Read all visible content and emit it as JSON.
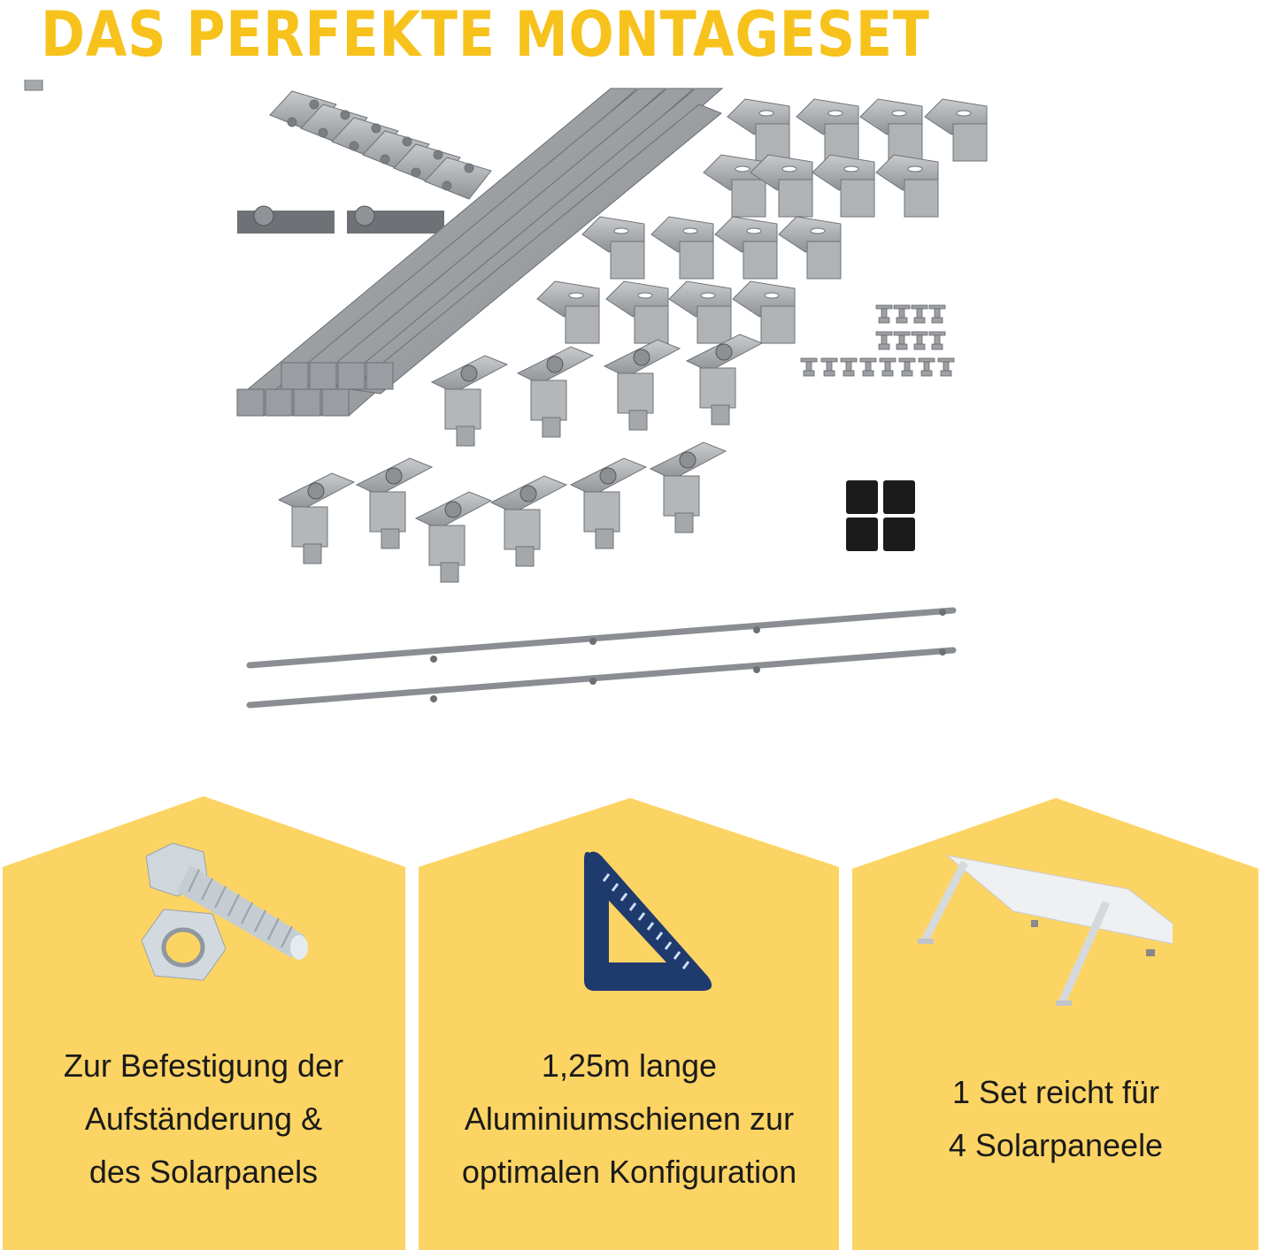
{
  "header": {
    "title": "DAS PERFEKTE MONTAGESET"
  },
  "colors": {
    "title": "#f7c21b",
    "panel_bg": "#fcd464",
    "text": "#1a1a1a",
    "ruler": "#1f3a6d",
    "metal": "#a9adb0"
  },
  "product_image": {
    "alt": "Montageset components: rail connectors, rail joiners, aluminium rails, roof hooks, end clamps, middle clamps, T-bolts, end caps, mounting struts",
    "components": [
      "rail-connectors",
      "rail-joiners",
      "aluminium-rails",
      "roof-hooks",
      "end-clamps",
      "middle-clamps",
      "t-bolts",
      "end-caps",
      "support-struts"
    ]
  },
  "features": [
    {
      "icon": "bolt-and-nut-icon",
      "lines": [
        "Zur Befestigung der",
        "Aufständerung &",
        "des Solarpanels"
      ]
    },
    {
      "icon": "set-square-ruler-icon",
      "lines": [
        "1,25m lange",
        "Aluminiumschienen zur",
        "optimalen Konfiguration"
      ]
    },
    {
      "icon": "solar-panel-mount-icon",
      "lines": [
        "1 Set reicht für",
        "4 Solarpaneele"
      ]
    }
  ]
}
